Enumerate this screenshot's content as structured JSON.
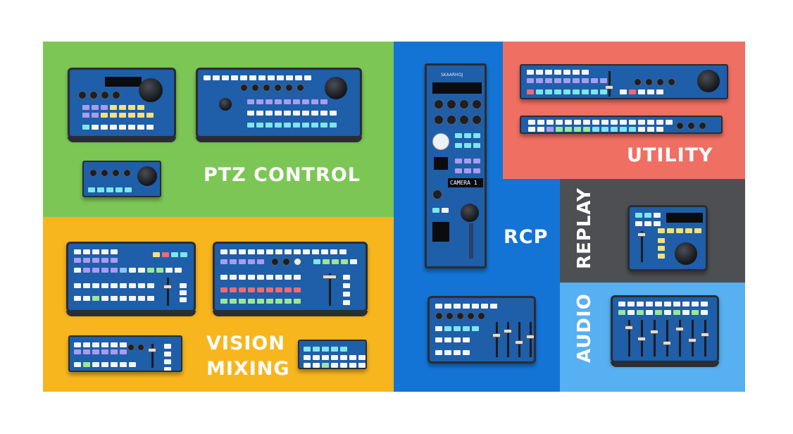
{
  "categories": {
    "ptz": {
      "label": "PTZ CONTROL",
      "color": "#7cc656"
    },
    "vision": {
      "label_line1": "VISION",
      "label_line2": "MIXING",
      "color": "#f7b61e"
    },
    "rcp": {
      "label": "RCP",
      "color": "#1474d6"
    },
    "utility": {
      "label": "UTILITY",
      "color": "#f06f63"
    },
    "replay": {
      "label": "REPLAY",
      "color": "#4d4f52"
    },
    "audio": {
      "label": "AUDIO",
      "color": "#56b0f2"
    }
  },
  "rcp_panel": {
    "brand": "SKAARHOJ",
    "display_text": "CAMERA 1"
  },
  "icons": [
    "joystick-icon",
    "knob-icon",
    "fader-icon",
    "lcd-display-icon"
  ]
}
